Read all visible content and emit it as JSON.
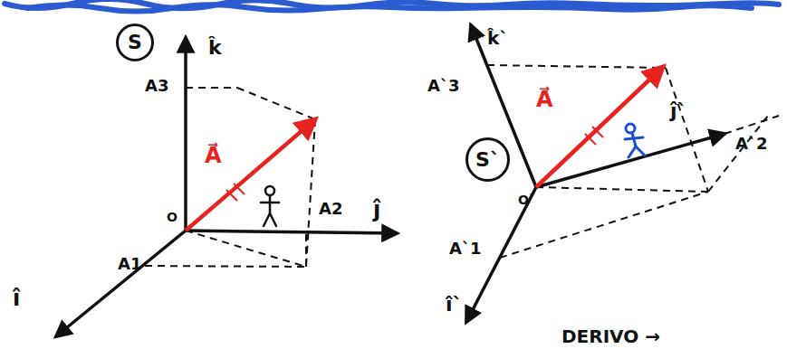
{
  "diagram": {
    "nodes": [
      {
        "text": [
          "S"
        ]
      },
      {
        "text": [
          "S`"
        ]
      }
    ],
    "labels": [
      "k̂",
      "A3",
      "A⃗",
      "O",
      "A1",
      "A2",
      "ĵ",
      "î",
      "k̂`",
      "A`3",
      "A⃗",
      "O`",
      "ĵ`",
      "A`2",
      "A`1",
      "î`",
      "DERIVO →"
    ]
  }
}
